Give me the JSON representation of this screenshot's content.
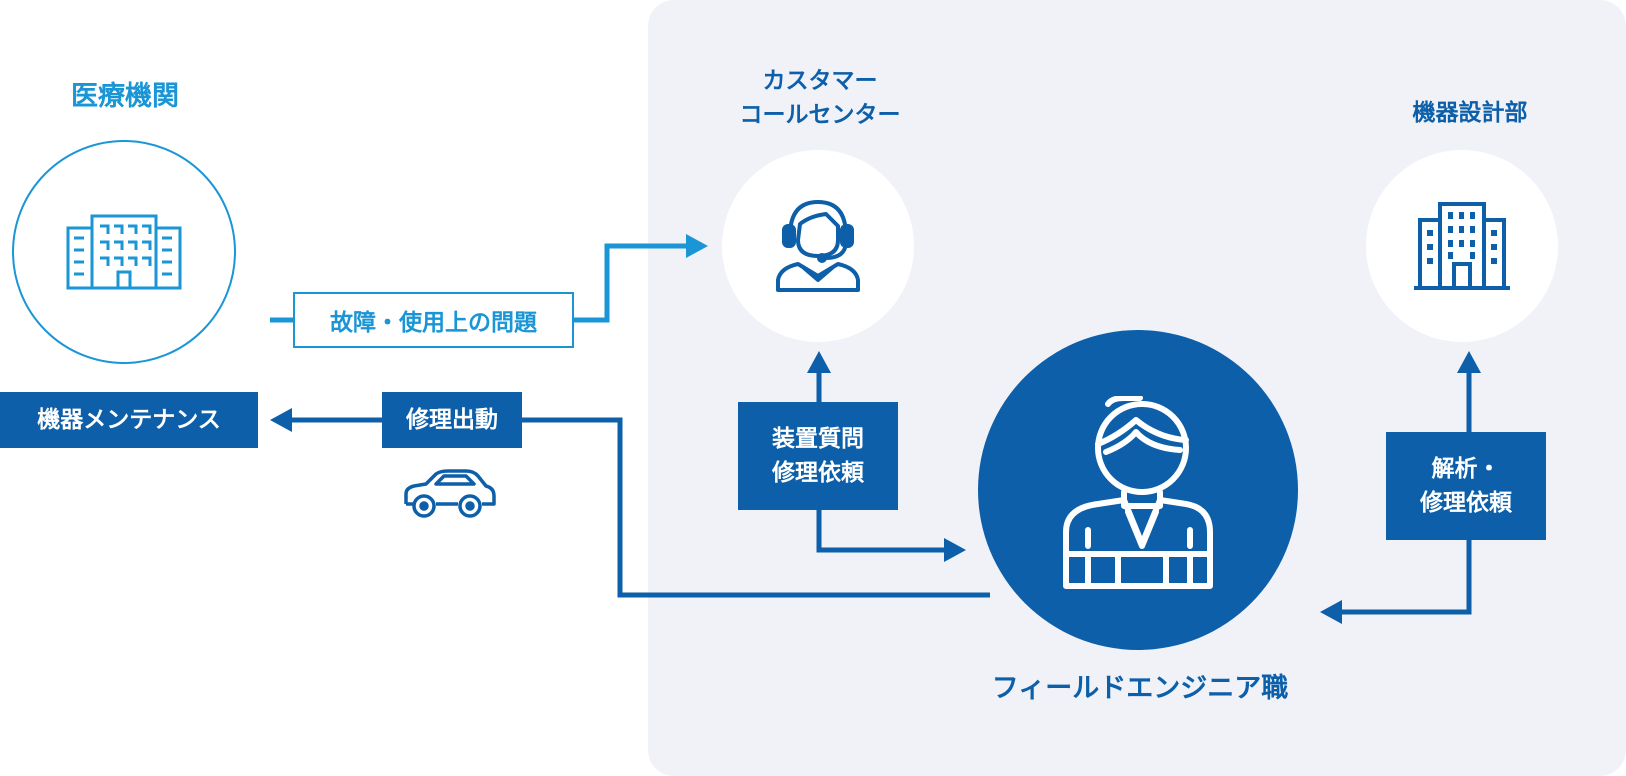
{
  "nodes": {
    "hospital": {
      "label": "医療機関",
      "icon": "hospital-building-icon"
    },
    "call_center": {
      "label": "カスタマー\nコールセンター",
      "icon": "headset-operator-icon"
    },
    "design_dept": {
      "label": "機器設計部",
      "icon": "office-building-icon"
    },
    "field_engineer": {
      "label": "フィールドエンジニア職",
      "icon": "engineer-person-icon"
    },
    "maintenance": {
      "label": "機器メンテナンス"
    }
  },
  "flows": {
    "problem": "故障・使用上の問題",
    "dispatch": "修理出動",
    "device_question": "装置質問\n修理依頼",
    "analysis": "解析・\n修理依頼"
  },
  "icons": {
    "car": "car-icon"
  },
  "colors": {
    "primary": "#0c5fa8",
    "light": "#1a95d6",
    "panel": "#f0f2f8"
  }
}
